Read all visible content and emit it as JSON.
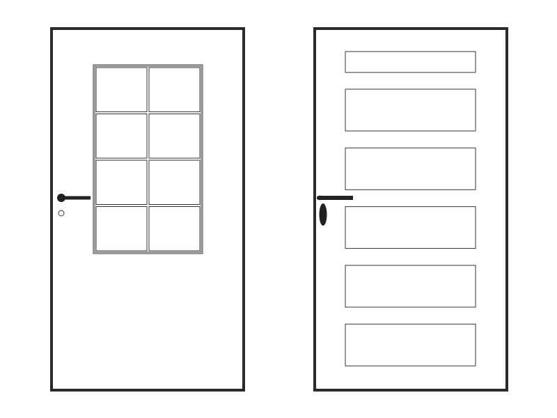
{
  "colors": {
    "background": "#ffffff",
    "frame_stroke": "#2a2a2a",
    "detail_stroke": "#333333",
    "handle_fill": "#222222"
  },
  "doors": [
    {
      "id": "glazed-door",
      "style": "glass-panel-door",
      "glass_grid": {
        "columns": 2,
        "rows": 4
      },
      "handle": "lever-with-round-rose",
      "lock": "round-keyhole"
    },
    {
      "id": "paneled-door",
      "style": "horizontal-panel-door",
      "panel_count": 6,
      "handle": "lever-with-oval-escutcheon"
    }
  ]
}
